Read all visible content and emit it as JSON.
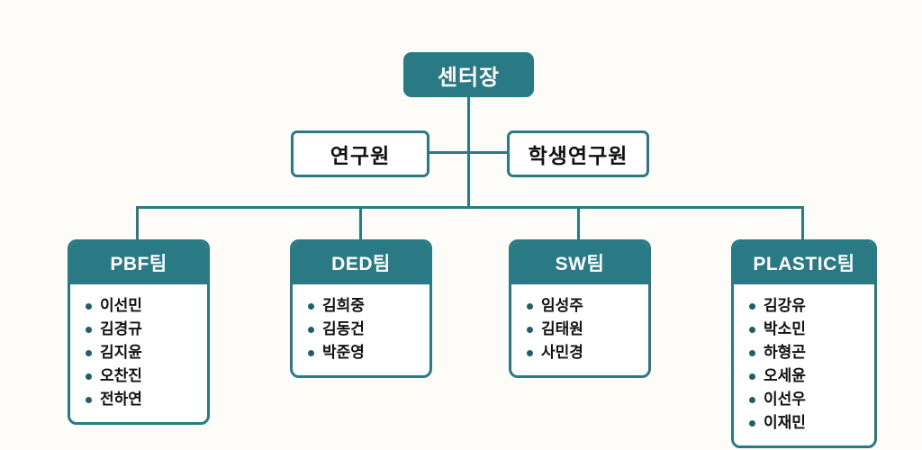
{
  "colors": {
    "teal": "#2a7a86",
    "bullet": "#1e5f6b",
    "text": "#111111",
    "background": "#fdfcf9"
  },
  "org": {
    "root": {
      "label": "센터장"
    },
    "secondary": [
      {
        "label": "연구원"
      },
      {
        "label": "학생연구원"
      }
    ],
    "teams": [
      {
        "name": "PBF팀",
        "members": [
          "이선민",
          "김경규",
          "김지윤",
          "오찬진",
          "전하연"
        ]
      },
      {
        "name": "DED팀",
        "members": [
          "김희중",
          "김동건",
          "박준영"
        ]
      },
      {
        "name": "SW팀",
        "members": [
          "임성주",
          "김태원",
          "사민경"
        ]
      },
      {
        "name": "PLASTIC팀",
        "members": [
          "김강유",
          "박소민",
          "하형곤",
          "오세윤",
          "이선우",
          "이재민"
        ]
      }
    ]
  }
}
